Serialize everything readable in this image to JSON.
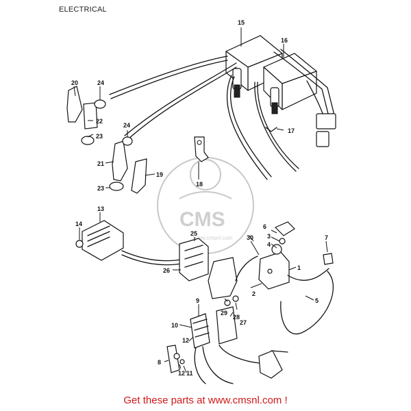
{
  "header": {
    "title": "ELECTRICAL"
  },
  "footer": {
    "text": "Get these parts at www.cmsnl.com !"
  },
  "watermark": {
    "text": "CMS",
    "subtext": "www.cmsnl.com"
  },
  "colors": {
    "line": "#111111",
    "footer": "#d01818",
    "watermark": "#cfcfcf"
  },
  "callouts": {
    "p1": "1",
    "p2": "2",
    "p3": "3",
    "p4": "4",
    "p5": "5",
    "p6": "6",
    "p7": "7",
    "p8": "8",
    "p9": "9",
    "p10": "10",
    "p11": "11",
    "p12": "12",
    "p13": "13",
    "p14": "14",
    "p15": "15",
    "p16": "16",
    "p17": "17",
    "p18": "18",
    "p19": "19",
    "p20": "20",
    "p21": "21",
    "p22": "22",
    "p23a": "23",
    "p23b": "23",
    "p24a": "24",
    "p24b": "24",
    "p25": "25",
    "p26": "26",
    "p27": "27",
    "p28": "28",
    "p29": "29",
    "p30": "30"
  }
}
